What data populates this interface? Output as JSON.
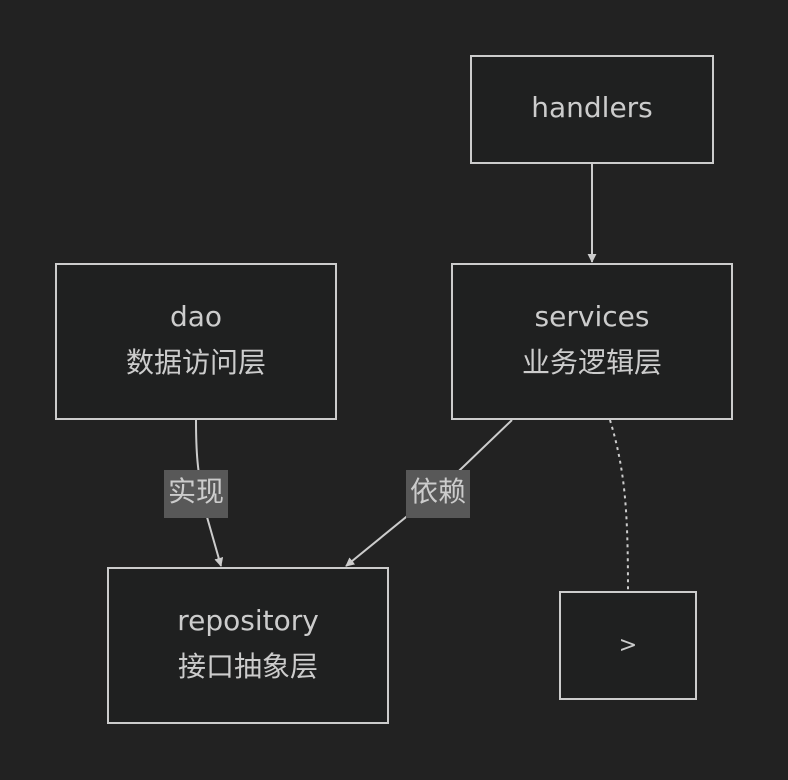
{
  "diagram": {
    "type": "flowchart",
    "background": "#222222",
    "node_fill": "#1f2020",
    "stroke_color": "#cccccc",
    "label_bg": "#585858",
    "nodes": {
      "handlers": {
        "line1": "handlers",
        "line2": ""
      },
      "dao": {
        "line1": "dao",
        "line2": "数据访问层"
      },
      "services": {
        "line1": "services",
        "line2": "业务逻辑层"
      },
      "repository": {
        "line1": "repository",
        "line2": "接口抽象层"
      },
      "more": {
        "line1": ">",
        "line2": ""
      }
    },
    "edges": [
      {
        "from": "handlers",
        "to": "services",
        "label": "",
        "style": "solid"
      },
      {
        "from": "dao",
        "to": "repository",
        "label": "实现",
        "style": "solid"
      },
      {
        "from": "services",
        "to": "repository",
        "label": "依赖",
        "style": "solid"
      },
      {
        "from": "services",
        "to": "more",
        "label": "",
        "style": "dotted"
      }
    ]
  }
}
